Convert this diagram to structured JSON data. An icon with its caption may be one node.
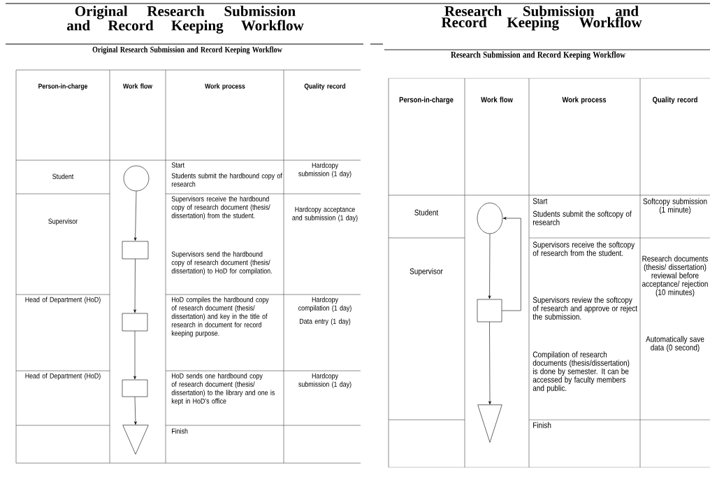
{
  "diagram": {
    "nodes": [
      {
        "text": [],
        "shape": "circle"
      },
      {
        "text": [],
        "shape": "box"
      },
      {
        "text": [],
        "shape": "box"
      },
      {
        "text": [],
        "shape": "box"
      },
      {
        "text": [],
        "shape": "triangle"
      },
      {
        "text": [],
        "shape": "circle"
      },
      {
        "text": [],
        "shape": "box"
      },
      {
        "text": [],
        "shape": "triangle"
      }
    ],
    "edges": [
      {
        "from": 0,
        "to": 1,
        "arrow": "to"
      },
      {
        "from": 1,
        "to": 2,
        "arrow": "to"
      },
      {
        "from": 2,
        "to": 3,
        "arrow": "to"
      },
      {
        "from": 3,
        "to": 4,
        "arrow": "to"
      },
      {
        "from": 5,
        "to": 6,
        "arrow": "to"
      },
      {
        "from": 6,
        "to": 5,
        "arrow": "to"
      },
      {
        "from": 6,
        "to": 7,
        "arrow": "to"
      }
    ],
    "labels": [
      "Original Research Submission and Record Keeping Workflow",
      "Original Research Submission and Record Keeping Workflow",
      "Person-in-charge",
      "Work flow",
      "Work process",
      "Quality record",
      "Student",
      "Start",
      "Students submit the hardbound copy of research",
      "Hardcopy submission (1 day)",
      "Supervisor",
      "Supervisors receive the hardbound copy of research document (thesis/ dissertation) from the student.",
      "Supervisors send the hardbound copy of research document (thesis/ dissertation) to HoD for compilation.",
      "Hardcopy acceptance and submission (1 day)",
      "Head of Department (HoD)",
      "HoD compiles the hardbound copy of research document (thesis/ dissertation) and key in the title of research in document for record keeping purpose.",
      "Hardcopy compilation (1 day)",
      "Data entry (1 day)",
      "Head of Department (HoD)",
      "HoD sends one hardbound copy of research document (thesis/ dissertation) to the library and one is kept in HoD’s office",
      "Hardcopy submission (1 day)",
      "Finish",
      "Research Submission and Record Keeping Workflow",
      "Research Submission and Record Keeping Workflow",
      "Person-in-charge",
      "Work flow",
      "Work process",
      "Quality record",
      "Student",
      "Start",
      "Students submit the softcopy of research",
      "Softcopy submission (1 minute)",
      "Supervisor",
      "Supervisors receive the softcopy of research from the student.",
      "Supervisors review the softcopy of research and approve or reject the submission.",
      "Compilation of research documents (thesis/dissertation) is done by semester. It can be accessed by faculty members and public.",
      "Research documents (thesis/ dissertation) reviewal before acceptance/ rejection (10 minutes)",
      "Automatically save data (0 second)",
      "Finish"
    ]
  }
}
